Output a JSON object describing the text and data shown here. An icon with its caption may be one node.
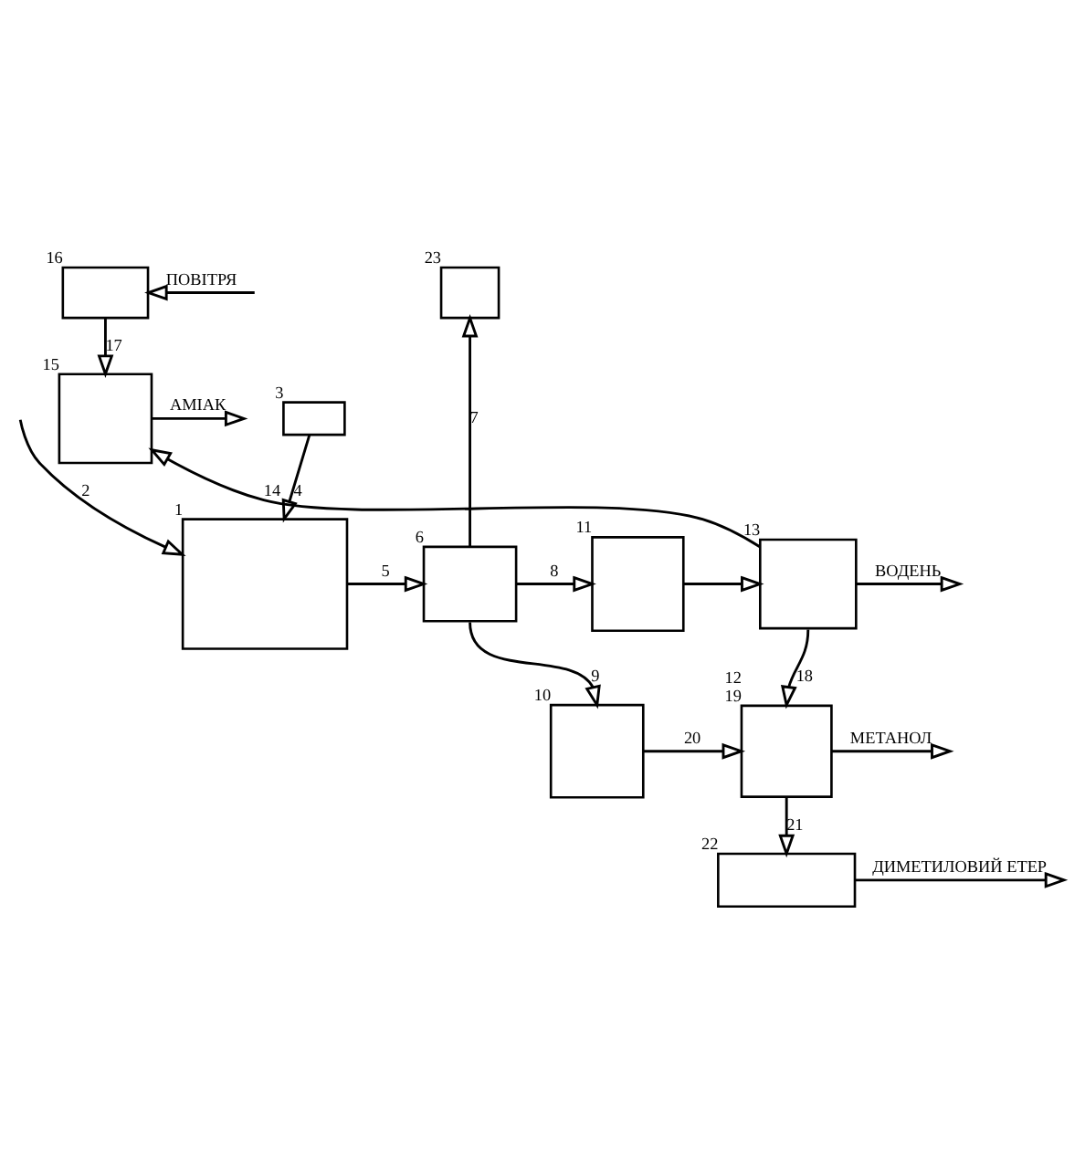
{
  "diagram": {
    "nodes": [
      {
        "text": [],
        "shape": "box",
        "beside": [
          "23"
        ]
      },
      {
        "text": [],
        "shape": "box",
        "beside": [
          "16"
        ]
      },
      {
        "text": [],
        "shape": "box",
        "beside": [
          "3"
        ]
      },
      {
        "text": [],
        "shape": "box",
        "beside": [
          "6"
        ]
      },
      {
        "text": [],
        "shape": "box",
        "beside": [
          "15"
        ]
      },
      {
        "text": [],
        "shape": "box",
        "beside": [
          "1"
        ]
      },
      {
        "text": [],
        "shape": "box",
        "beside": [
          "11"
        ]
      },
      {
        "text": [],
        "shape": "box",
        "beside": [
          "13"
        ]
      },
      {
        "text": [],
        "shape": "box",
        "beside": [
          "10"
        ]
      },
      {
        "text": [],
        "shape": "box",
        "beside": [
          "12",
          "19"
        ]
      },
      {
        "text": [],
        "shape": "box",
        "beside": [
          "22"
        ]
      }
    ],
    "edges": [
      {
        "from": 2,
        "to": 5,
        "arrow": "to",
        "label": "4"
      },
      {
        "from": null,
        "to": 5,
        "arrow": "to",
        "label": "2"
      },
      {
        "from": 5,
        "to": 3,
        "arrow": "to",
        "label": "5"
      },
      {
        "from": 3,
        "to": 0,
        "arrow": "to",
        "label": "7"
      },
      {
        "from": 3,
        "to": 6,
        "arrow": "to",
        "label": "8"
      },
      {
        "from": 3,
        "to": 8,
        "arrow": "to",
        "label": "9"
      },
      {
        "from": null,
        "to": 1,
        "arrow": "to",
        "label": "ПОВІТРЯ"
      },
      {
        "from": 1,
        "to": 4,
        "arrow": "to",
        "label": "17"
      },
      {
        "from": 4,
        "to": null,
        "arrow": "to",
        "label": "АМІАК"
      },
      {
        "from": 6,
        "to": 7,
        "arrow": "to"
      },
      {
        "from": 7,
        "to": 4,
        "arrow": "to",
        "label": "14"
      },
      {
        "from": 7,
        "to": null,
        "arrow": "to",
        "label": "ВОДЕНЬ"
      },
      {
        "from": 7,
        "to": 9,
        "arrow": "to",
        "label": "18"
      },
      {
        "from": 8,
        "to": 9,
        "arrow": "to",
        "label": "20"
      },
      {
        "from": 9,
        "to": null,
        "arrow": "to",
        "label": "МЕТАНОЛ"
      },
      {
        "from": 9,
        "to": 10,
        "arrow": "to",
        "label": "21"
      },
      {
        "from": 10,
        "to": null,
        "arrow": "to",
        "label": "ДИМЕТИЛОВИЙ ЕТЕР"
      }
    ]
  }
}
